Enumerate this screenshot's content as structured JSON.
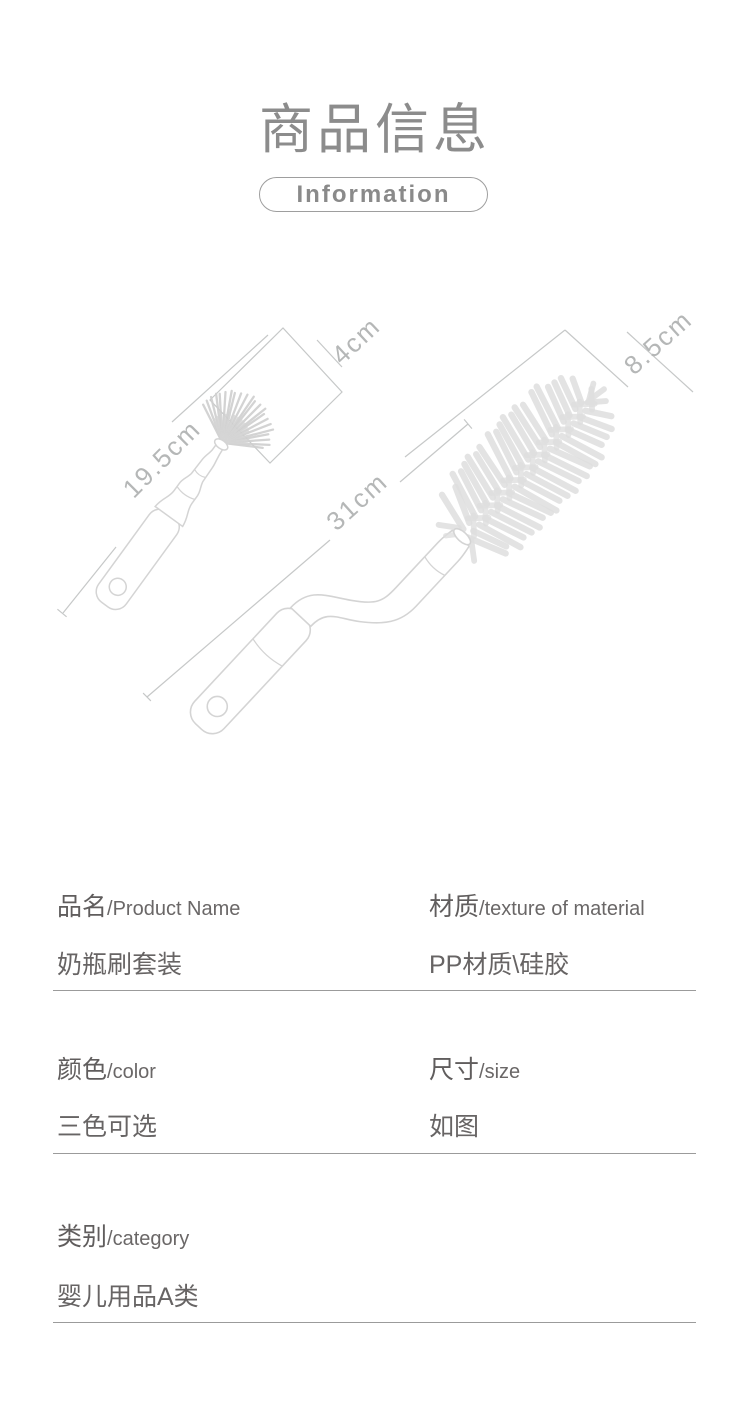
{
  "header": {
    "title": "商品信息",
    "subtitle": "Information"
  },
  "diagram": {
    "small_brush_length": "19.5cm",
    "small_brush_head_width": "4cm",
    "large_brush_length": "31cm",
    "large_brush_head_width": "8.5cm"
  },
  "specs": {
    "fields": [
      {
        "label_zh": "品名",
        "label_en": "/Product Name",
        "value": "奶瓶刷套装"
      },
      {
        "label_zh": "材质",
        "label_en": "/texture of material",
        "value": "PP材质\\硅胶"
      },
      {
        "label_zh": "颜色",
        "label_en": "/color",
        "value": "三色可选"
      },
      {
        "label_zh": "尺寸",
        "label_en": "/size",
        "value": "如图"
      },
      {
        "label_zh": "类别",
        "label_en": "/category",
        "value": "婴儿用品A类"
      }
    ]
  },
  "colors": {
    "title_text": "#8c8c8c",
    "pill_border": "#9e9e9e",
    "spec_text": "#605d5d",
    "divider": "#9b9b9b",
    "line_art": "#d4d4d4",
    "dimension_lines": "#c6c8c8",
    "dimension_labels": "#b5b7b7"
  }
}
